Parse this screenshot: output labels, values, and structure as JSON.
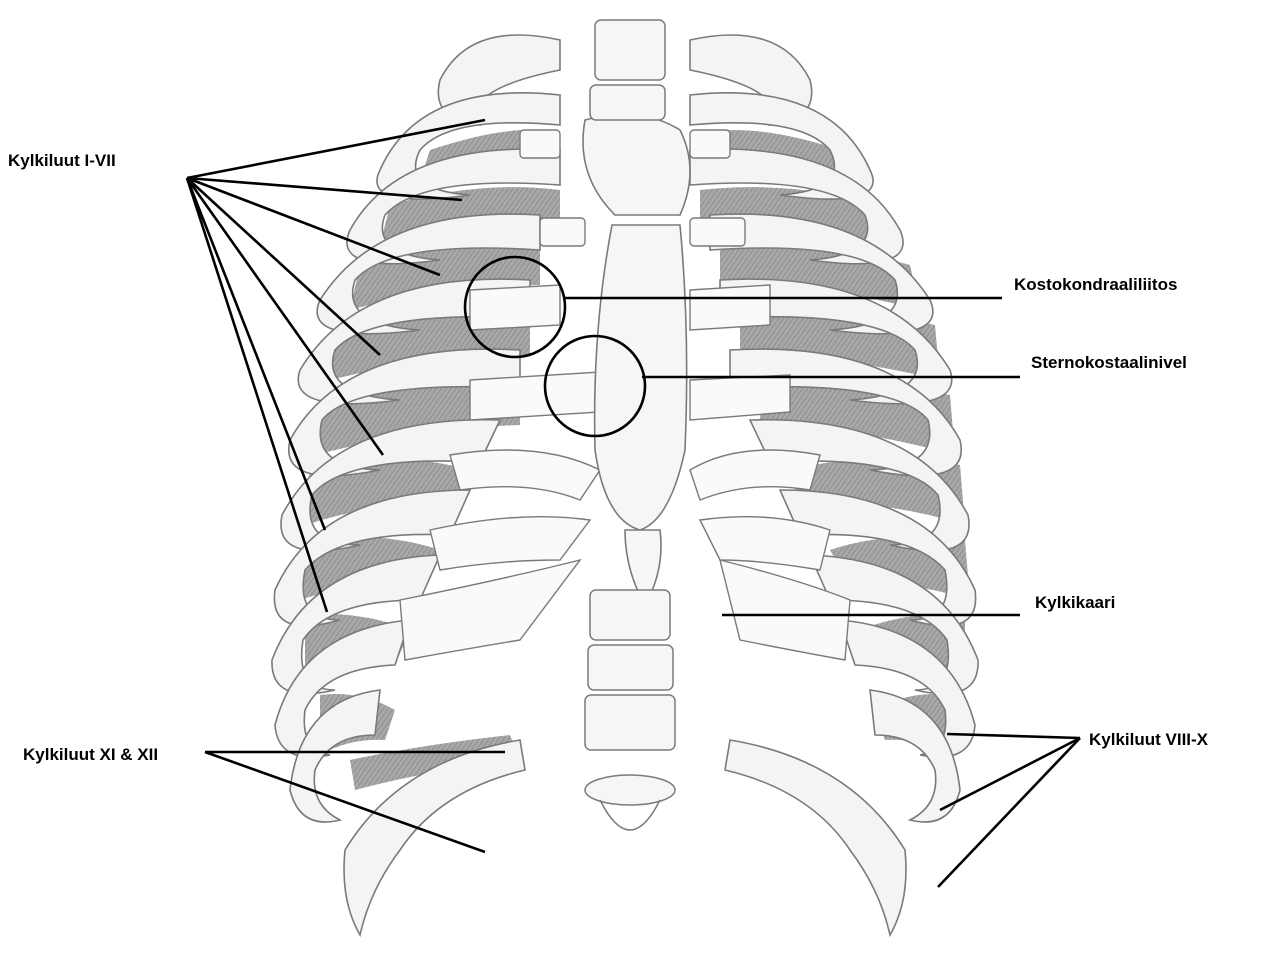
{
  "diagram": {
    "labels": {
      "ribs_1_7": "Kylkiluut I-VII",
      "costochondral_joint": "Kostokondraaliliitos",
      "sternocostal_joint": "Sternokostaalinivel",
      "costal_arch": "Kylkikaari",
      "ribs_8_10": "Kylkiluut VIII-X",
      "ribs_11_12": "Kylkiluut XI & XII"
    },
    "colors": {
      "ink": "#000000",
      "bone_outline": "#7a7a7a",
      "bone_fill": "#f4f4f4",
      "intercostal_shade": "#8c8c8c",
      "cartilage_fill": "#fafafa"
    }
  }
}
